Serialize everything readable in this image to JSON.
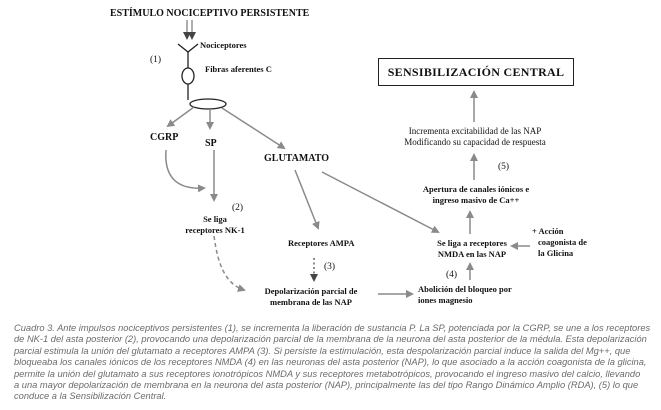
{
  "diagram": {
    "top_label": "ESTÍMULO NOCICEPTIVO PERSISTENTE",
    "step1": "(1)",
    "nociceptores": "Nociceptores",
    "fibras": "Fibras aferentes C",
    "cgrp": "CGRP",
    "sp": "SP",
    "glutamato": "GLUTAMATO",
    "step2": "(2)",
    "nk1_line1": "Se liga",
    "nk1_line2": "receptores NK-1",
    "ampa": "Receptores AMPA",
    "step3": "(3)",
    "depol_line1": "Depolarización parcial de",
    "depol_line2": "membrana de las NAP",
    "sens_central": "SENSIBILIZACIÓN CENTRAL",
    "incr_line1": "Incrementa excitabilidad de las NAP",
    "incr_line2": "Modificando su capacidad de respuesta",
    "step5": "(5)",
    "apert_line1": "Apertura de canales iónicos  e",
    "apert_line2": "ingreso masivo de Ca++",
    "accion_line1": "+ Acción",
    "accion_line2": "coagonista de",
    "accion_line3": "la Glicina",
    "nmda_line1": "Se liga a receptores",
    "nmda_line2": "NMDA en las NAP",
    "step4": "(4)",
    "abol_line1": "Abolición del bloqueo por",
    "abol_line2": "iones magnesio"
  },
  "caption": {
    "line1": "Cuadro 3. Ante impulsos nociceptivos persistentes (1), se incrementa la liberación de sustancia P. La SP, potenciada por la CGRP, se une a los receptores",
    "line2": "de NK-1 del asta posterior (2), provocando una depolarización parcial de la membrana de la neurona del asta posterior de la médula. Esta depolarización",
    "line3": "parcial estimula la unión del glutamato a receptores AMPA (3). Si persiste la estimulación, esta despolarización parcial induce la salida del Mg++, que",
    "line4": "bloqueaba los canales iónicos de los receptores NMDA (4) en las neuronas del asta posterior (NAP), lo que asociado a la acción coagonista de la glicina,",
    "line5": "permite la unión del glutamato a sus receptores ionotrópicos NMDA y sus receptores metabotrópicos, provocando el ingreso masivo del calcio, llevando",
    "line6": "a una mayor depolarización de membrana en la neurona del asta posterior (NAP), principalmente las del tipo Rango Dinámico Amplio (RDA), (5) lo que",
    "line7": "conduce a la Sensibilización Central."
  }
}
